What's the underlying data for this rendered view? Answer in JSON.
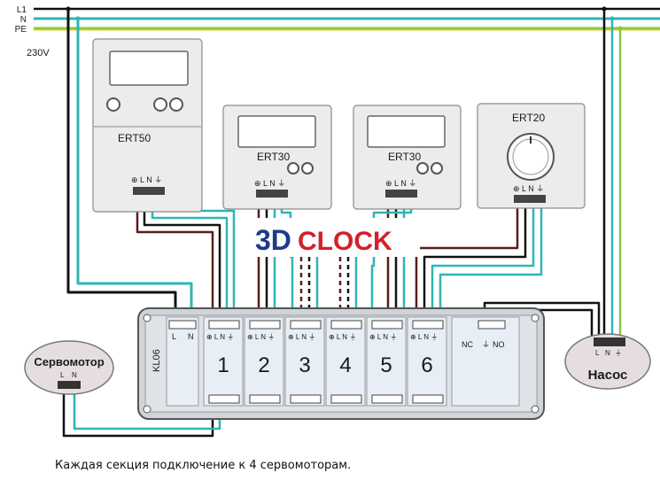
{
  "supply": {
    "l1_label": "L1",
    "n_label": "N",
    "pe_label": "PE",
    "voltage_label": "230V"
  },
  "thermostats": {
    "ert50": {
      "name": "ERT50",
      "terminals": "⊕ L N ⏚"
    },
    "ert30_a": {
      "name": "ERT30",
      "terminals": "⊕ L N ⏚"
    },
    "ert30_b": {
      "name": "ERT30",
      "terminals": "⊕ L N ⏚"
    },
    "ert20": {
      "name": "ERT20",
      "terminals": "⊕ L N ⏚"
    }
  },
  "logo": {
    "digits": "3D",
    "word": "CLOCK"
  },
  "controller": {
    "model": "KL06",
    "power_terminals": {
      "l": "L",
      "n": "N"
    },
    "zones": [
      "1",
      "2",
      "3",
      "4",
      "5",
      "6"
    ],
    "zone_terminals": "⊕ L N ⏚",
    "relay": {
      "nc": "NC",
      "gnd": "⏚",
      "no": "NO"
    }
  },
  "servomotor": {
    "name": "Сервомотор",
    "terminals": {
      "l": "L",
      "n": "N"
    }
  },
  "pump": {
    "name": "Насос",
    "terminals": {
      "l": "L",
      "n": "N",
      "pe": "⏚"
    }
  },
  "caption": "Каждая секция подключение к 4 сервомоторам.",
  "colors": {
    "phase": "#111111",
    "neutral": "#2fb5b5",
    "earth": "#8dc63f",
    "control": "#5a1c1c",
    "box_fill": "#ececec",
    "box_edge": "#8a8a8a",
    "controller_body": "#cfd4d9",
    "zone_panel": "#e8eef6",
    "logo_blue": "#1c3b8c",
    "logo_red": "#d4202a"
  }
}
